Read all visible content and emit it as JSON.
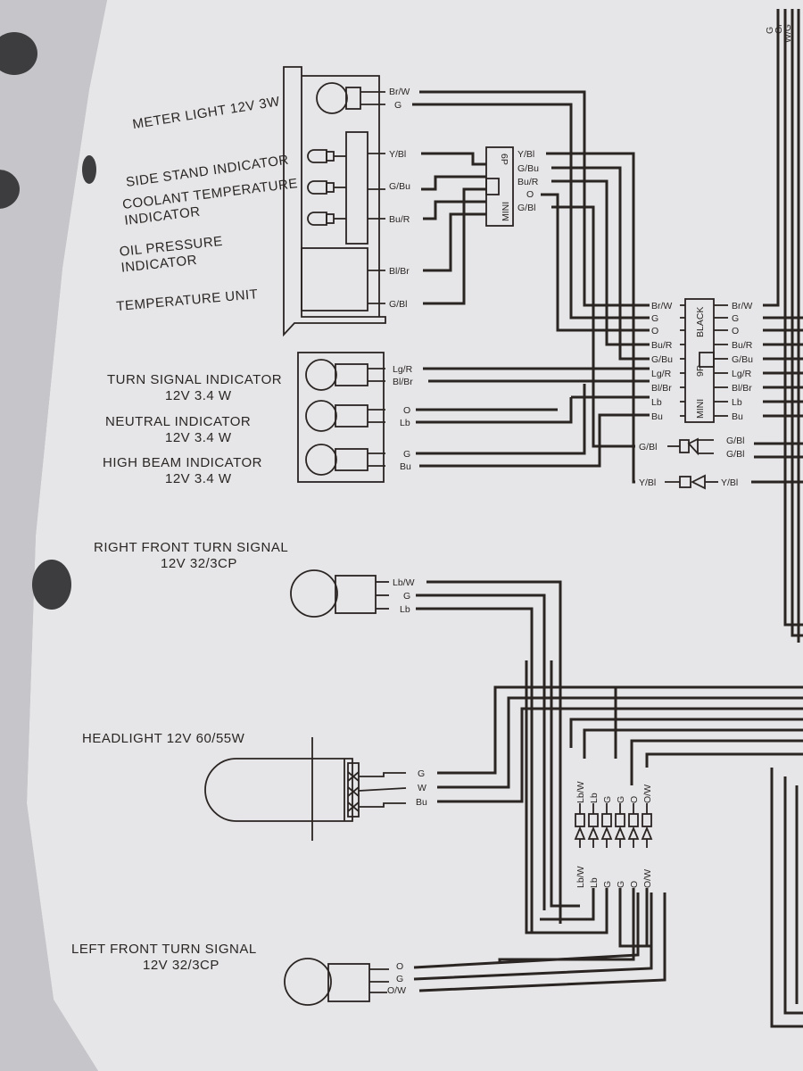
{
  "components": {
    "meter_light": "METER LIGHT  12V  3W",
    "side_stand": "SIDE STAND INDICATOR",
    "coolant_line1": "COOLANT TEMPERATURE",
    "coolant_line2": "INDICATOR",
    "oil_line1": "OIL PRESSURE",
    "oil_line2": "INDICATOR",
    "temp_unit": "TEMPERATURE UNIT",
    "turn_indicator": "TURN SIGNAL INDICATOR",
    "turn_indicator_rating": "12V  3.4 W",
    "neutral_indicator": "NEUTRAL INDICATOR",
    "neutral_rating": "12V  3.4 W",
    "high_beam": "HIGH BEAM INDICATOR",
    "high_beam_rating": "12V  3.4 W",
    "right_front_turn": "RIGHT FRONT TURN SIGNAL",
    "right_front_rating": "12V  32/3CP",
    "headlight": "HEADLIGHT  12V  60/55W",
    "left_front_turn": "LEFT FRONT TURN SIGNAL",
    "left_front_rating": "12V  32/3CP"
  },
  "connectors": {
    "mini6": "MINI",
    "mini6_pins": "6P",
    "mini9": "MINI",
    "mini9_pins": "9P",
    "mini9_color": "BLACK"
  },
  "wires": {
    "meter": [
      "Br/W",
      "G"
    ],
    "indicators": [
      "Y/Bl",
      "G/Bu",
      "Bu/R"
    ],
    "temp": [
      "Bl/Br",
      "G/Bl"
    ],
    "mini6_right": [
      "Y/Bl",
      "G/Bu",
      "Bu/R",
      "O",
      "G/Bl"
    ],
    "lamps": [
      "Lg/R",
      "Bl/Br",
      "O",
      "Lb",
      "G",
      "Bu"
    ],
    "mini9_left": [
      "Br/W",
      "G",
      "O",
      "Bu/R",
      "G/Bu",
      "Lg/R",
      "Bl/Br",
      "Lb",
      "Bu"
    ],
    "mini9_right": [
      "Br/W",
      "G",
      "O",
      "Bu/R",
      "G/Bu",
      "Lg/R",
      "Bl/Br",
      "Lb",
      "Bu"
    ],
    "gbl_left": "G/Bl",
    "gbl_right": [
      "G/Bl",
      "G/Bl"
    ],
    "ybl_left": "Y/Bl",
    "ybl_right": "Y/Bl",
    "right_turn": [
      "Lb/W",
      "G",
      "Lb"
    ],
    "headlight": [
      "G",
      "W",
      "Bu"
    ],
    "bullet_top": [
      "Lb/W",
      "Lb",
      "G",
      "G",
      "O",
      "O/W"
    ],
    "bullet_bottom": [
      "Lb/W",
      "Lb",
      "G",
      "G",
      "O",
      "O/W"
    ],
    "left_turn": [
      "O",
      "G",
      "O/W"
    ],
    "top_right": [
      "G",
      "Gr",
      "W/G"
    ]
  }
}
